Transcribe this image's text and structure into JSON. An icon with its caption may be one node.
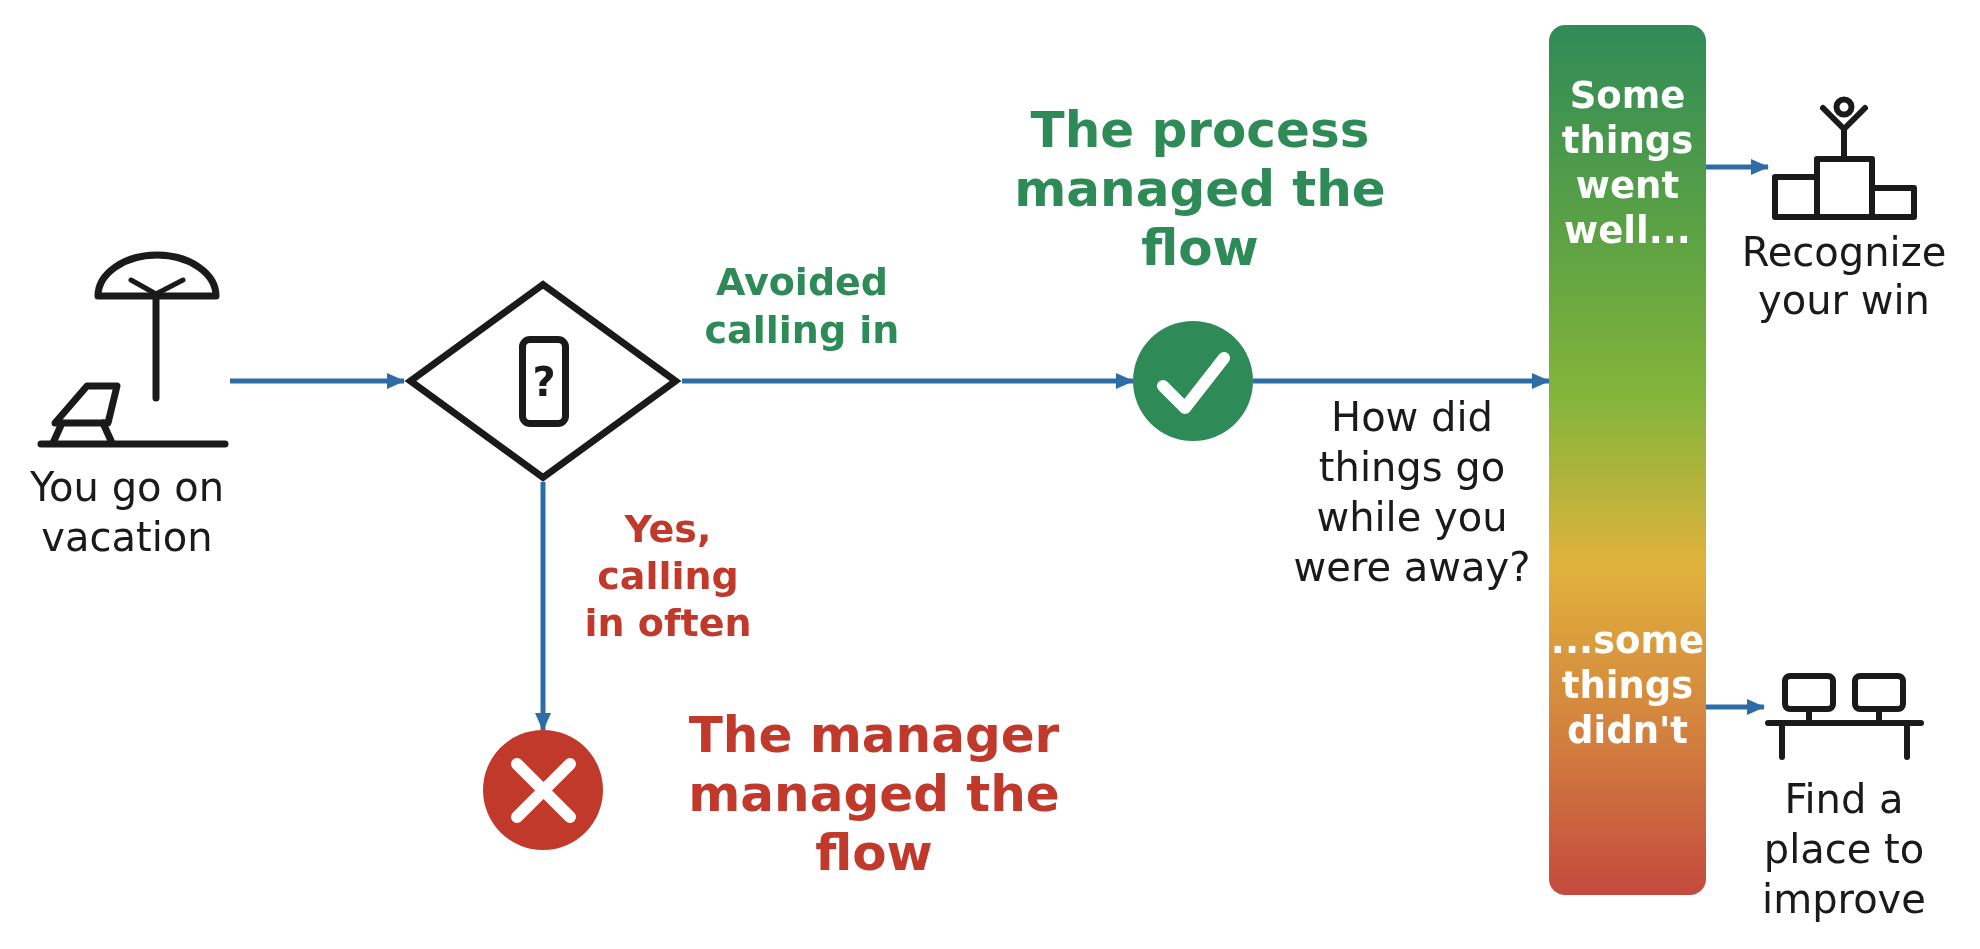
{
  "diagram": {
    "nodes": [
      {
        "text": [],
        "shape": "picture",
        "beside": [
          "You go on vacation"
        ]
      },
      {
        "text": [
          "?"
        ]
      },
      {
        "text": [],
        "shape": "circle",
        "beside": [
          "The process managed the flow"
        ]
      },
      {
        "text": [],
        "shape": "circle",
        "beside": [
          "The manager managed the flow"
        ]
      },
      {
        "text": [
          "Some things went well...",
          "...some things didn't"
        ]
      },
      {
        "text": [],
        "shape": "picture",
        "beside": [
          "Recognize your win"
        ]
      },
      {
        "text": [],
        "shape": "picture",
        "beside": [
          "Find a place to improve"
        ]
      }
    ],
    "edges": [
      {
        "from": 0,
        "to": 1,
        "arrow": "to"
      },
      {
        "from": 1,
        "to": 2,
        "arrow": "to",
        "label": "Avoided calling in"
      },
      {
        "from": 1,
        "to": 3,
        "arrow": "to",
        "label": "Yes, calling in often"
      },
      {
        "from": 2,
        "to": 4,
        "arrow": "to",
        "label": "How did things go while you were away?"
      },
      {
        "from": 4,
        "to": 5,
        "arrow": "to"
      },
      {
        "from": 4,
        "to": 6,
        "arrow": "to"
      }
    ]
  }
}
